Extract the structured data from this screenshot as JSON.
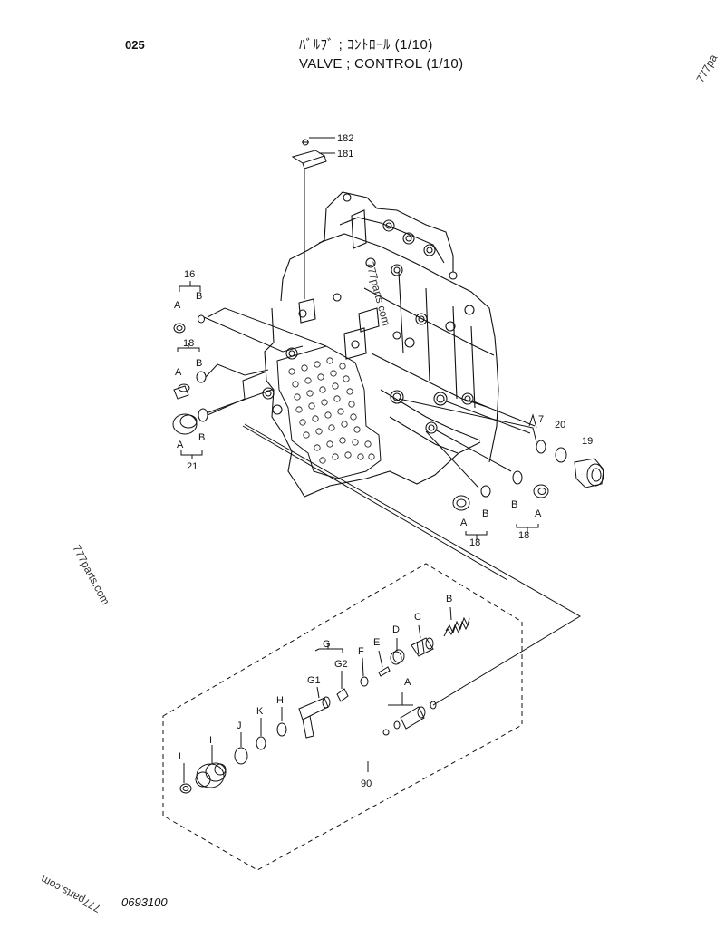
{
  "header": {
    "page_number": "025",
    "title_jp": "ﾊﾞﾙﾌﾞ ; ｺﾝﾄﾛｰﾙ (1/10)",
    "title_en": "VALVE ; CONTROL (1/10)"
  },
  "footer": {
    "drawing_number": "0693100"
  },
  "watermarks": [
    "777parts.com",
    "777parts.com",
    "777parts.com",
    "777pa"
  ],
  "callouts": {
    "c182": "182",
    "c181": "181",
    "c16": "16",
    "c16a": "A",
    "c16b": "B",
    "c18l": "18",
    "c18la": "A",
    "c18lb": "B",
    "c21": "21",
    "c21a": "A",
    "c21b": "B",
    "c7": "7",
    "c20": "20",
    "c19": "19",
    "c18ra": "A",
    "c18rb": "B",
    "c18r": "18",
    "c18ma": "A",
    "c18mb": "B",
    "c18m": "18",
    "cB": "B",
    "cC": "C",
    "cD": "D",
    "cE": "E",
    "cF": "F",
    "cG": "G",
    "cG1": "G1",
    "cG2": "G2",
    "cH": "H",
    "cK": "K",
    "cJ": "J",
    "cI": "I",
    "cL": "L",
    "cA": "A",
    "c90": "90"
  }
}
